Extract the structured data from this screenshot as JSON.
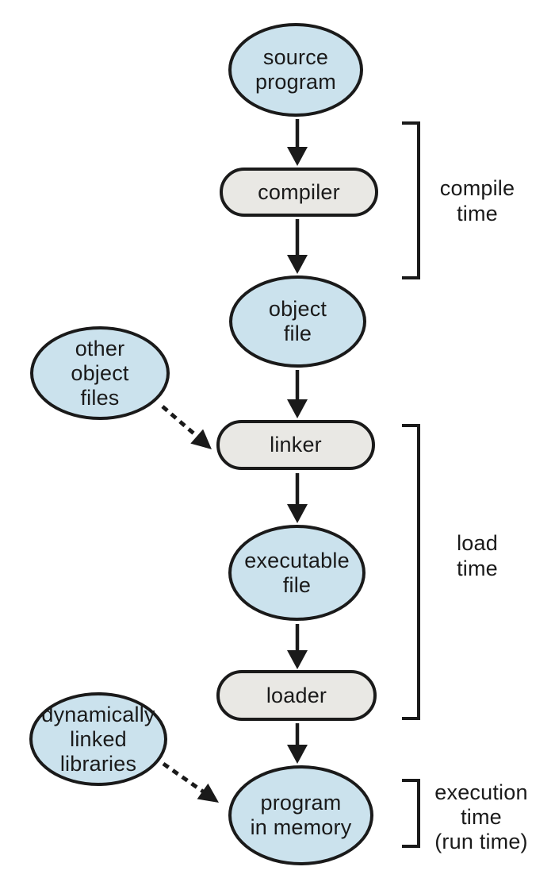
{
  "colors": {
    "stroke": "#1a1a1a",
    "data_fill": "#cbe2ed",
    "process_fill": "#e9e8e4",
    "background": "#ffffff"
  },
  "nodes": {
    "source_program": {
      "lines": [
        "source",
        "program"
      ],
      "shape": "ellipse"
    },
    "compiler": {
      "label": "compiler",
      "shape": "rounded-rect"
    },
    "object_file": {
      "lines": [
        "object",
        "file"
      ],
      "shape": "ellipse"
    },
    "other_object_files": {
      "lines": [
        "other",
        "object",
        "files"
      ],
      "shape": "ellipse"
    },
    "linker": {
      "label": "linker",
      "shape": "rounded-rect"
    },
    "executable_file": {
      "lines": [
        "executable",
        "file"
      ],
      "shape": "ellipse"
    },
    "loader": {
      "label": "loader",
      "shape": "rounded-rect"
    },
    "dynamically_linked_libraries": {
      "lines": [
        "dynamically",
        "linked",
        "libraries"
      ],
      "shape": "ellipse"
    },
    "program_in_memory": {
      "lines": [
        "program",
        "in memory"
      ],
      "shape": "ellipse"
    }
  },
  "phases": {
    "compile_time": {
      "lines": [
        "compile",
        "time"
      ]
    },
    "load_time": {
      "lines": [
        "load",
        "time"
      ]
    },
    "execution_time": {
      "lines": [
        "execution",
        "time",
        "(run time)"
      ]
    }
  },
  "edges": [
    {
      "from": "source program",
      "to": "compiler",
      "style": "solid"
    },
    {
      "from": "compiler",
      "to": "object file",
      "style": "solid"
    },
    {
      "from": "object file",
      "to": "linker",
      "style": "solid"
    },
    {
      "from": "other object files",
      "to": "linker",
      "style": "dashed"
    },
    {
      "from": "linker",
      "to": "executable file",
      "style": "solid"
    },
    {
      "from": "executable file",
      "to": "loader",
      "style": "solid"
    },
    {
      "from": "loader",
      "to": "program in memory",
      "style": "solid"
    },
    {
      "from": "dynamically linked libraries",
      "to": "program in memory",
      "style": "dashed"
    }
  ]
}
